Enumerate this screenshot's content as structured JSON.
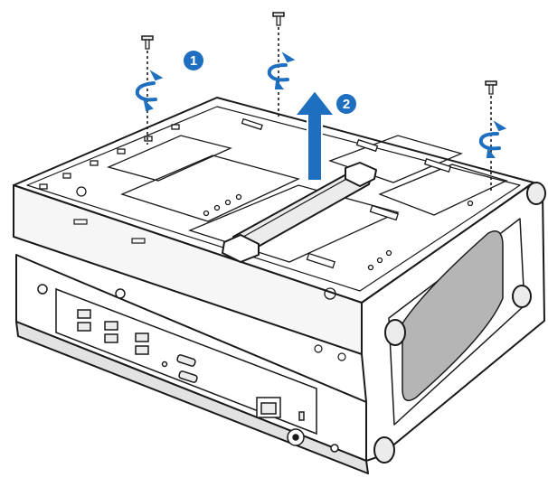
{
  "diagram": {
    "steps": [
      {
        "number": "1",
        "action": "remove-screws"
      },
      {
        "number": "2",
        "action": "lift-cover"
      }
    ],
    "screw_count": 3,
    "colors": {
      "accent": "#1e6fc0",
      "line": "#1a1a1a",
      "fill_light": "#ffffff",
      "fill_mid": "#ececec",
      "fill_dark": "#b5b5b5"
    },
    "icons": [
      "screw-icon",
      "rotate-arrow-icon",
      "lift-arrow-icon",
      "step-badge-icon",
      "rj45-port-icon",
      "usb-port-icon"
    ]
  }
}
